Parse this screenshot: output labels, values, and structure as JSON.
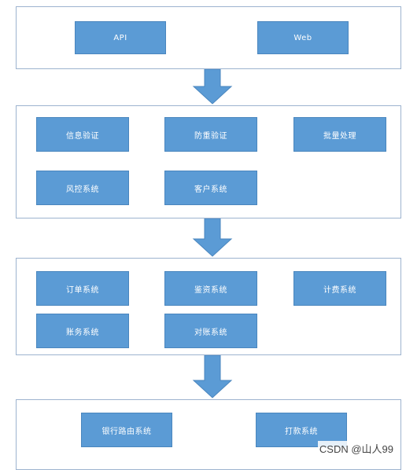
{
  "layers": [
    {
      "boxes": [
        {
          "label": "API"
        },
        {
          "label": "Web"
        }
      ]
    },
    {
      "boxes": [
        {
          "label": "信息验证"
        },
        {
          "label": "防重验证"
        },
        {
          "label": "批量处理"
        },
        {
          "label": "风控系统"
        },
        {
          "label": "客户系统"
        }
      ]
    },
    {
      "boxes": [
        {
          "label": "订单系统"
        },
        {
          "label": "鉴资系统"
        },
        {
          "label": "计费系统"
        },
        {
          "label": "账务系统"
        },
        {
          "label": "对账系统"
        }
      ]
    },
    {
      "boxes": [
        {
          "label": "银行路由系统"
        },
        {
          "label": "打款系统"
        }
      ]
    }
  ],
  "watermark": "CSDN @山人99",
  "colors": {
    "box_fill": "#5b9bd5",
    "panel_border": "#9db3cf",
    "arrow": "#5b9bd5"
  }
}
